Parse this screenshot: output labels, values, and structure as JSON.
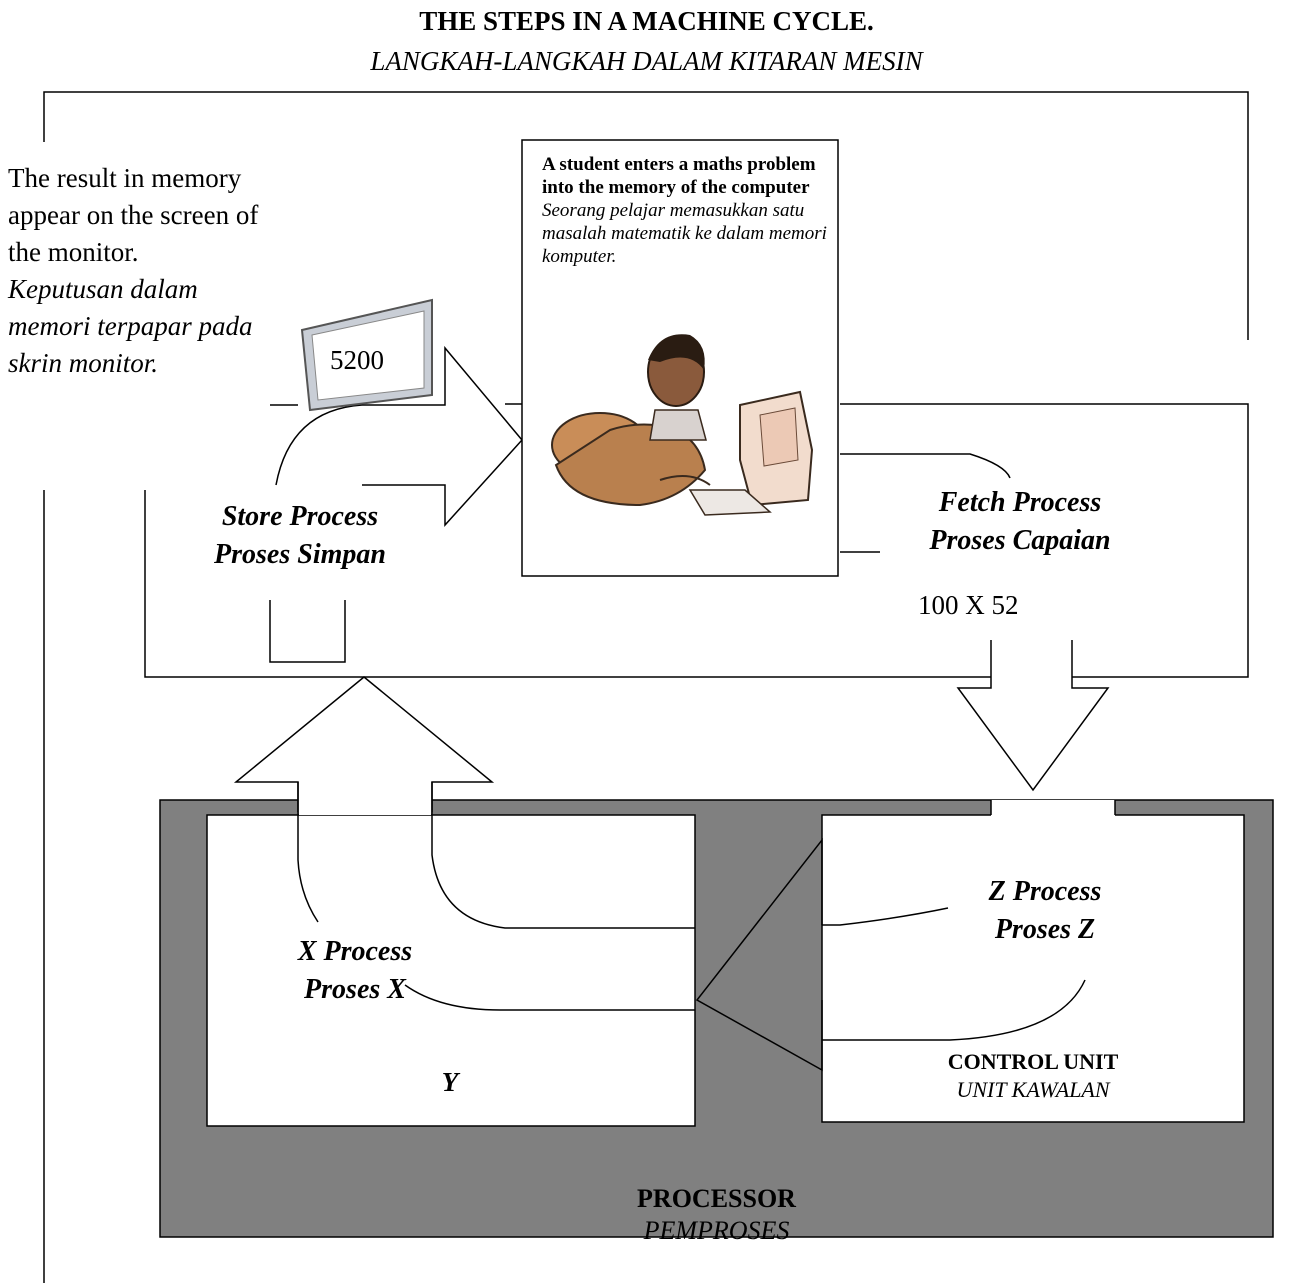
{
  "title": "THE STEPS IN A MACHINE CYCLE.",
  "subtitle": "LANGKAH-LANGKAH DALAM KITARAN MESIN",
  "output_note": {
    "en": "The result in memory appear on the screen of the monitor.",
    "ms": "Keputusan dalam memori terpapar pada skrin monitor."
  },
  "monitor_value": "5200",
  "input_card": {
    "en": "A student enters a maths problem into the memory of the computer",
    "ms": "Seorang pelajar memasukkan satu masalah matematik ke dalam memori komputer."
  },
  "store_step": {
    "en": "Store Process",
    "ms": "Proses Simpan"
  },
  "fetch_step": {
    "en": "Fetch Process",
    "ms": "Proses Capaian"
  },
  "fetch_value": "100 X 52",
  "z_step": {
    "en": "Z Process",
    "ms": "Proses Z"
  },
  "x_step": {
    "en": "X Process",
    "ms": "Proses X"
  },
  "y_label": "Y",
  "control_unit": {
    "en": "CONTROL UNIT",
    "ms": "UNIT KAWALAN"
  },
  "processor": {
    "en": "PROCESSOR",
    "ms": "PEMPROSES"
  },
  "colors": {
    "processor_fill": "#808080",
    "line": "#000000",
    "background": "#ffffff"
  },
  "icons": [
    "monitor-icon",
    "student-at-computer-illustration"
  ]
}
